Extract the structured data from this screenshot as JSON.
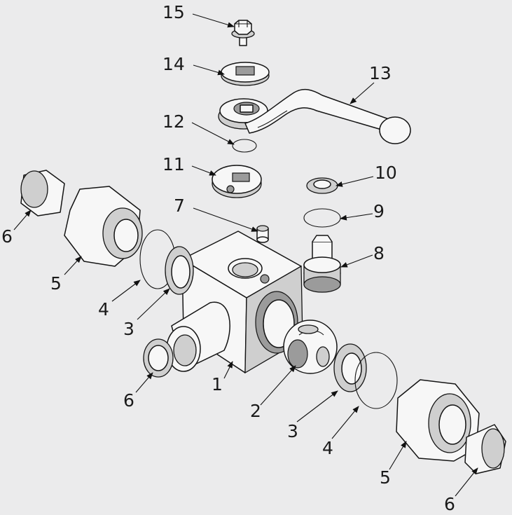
{
  "diagram": {
    "callouts": [
      {
        "id": "c15",
        "text": "15"
      },
      {
        "id": "c14",
        "text": "14"
      },
      {
        "id": "c13",
        "text": "13"
      },
      {
        "id": "c12",
        "text": "12"
      },
      {
        "id": "c11",
        "text": "11"
      },
      {
        "id": "c10",
        "text": "10"
      },
      {
        "id": "c9",
        "text": "9"
      },
      {
        "id": "c8",
        "text": "8"
      },
      {
        "id": "c7",
        "text": "7"
      },
      {
        "id": "c6a",
        "text": "6"
      },
      {
        "id": "c5a",
        "text": "5"
      },
      {
        "id": "c4a",
        "text": "4"
      },
      {
        "id": "c3a",
        "text": "3"
      },
      {
        "id": "c1",
        "text": "1"
      },
      {
        "id": "c6b",
        "text": "6"
      },
      {
        "id": "c2",
        "text": "2"
      },
      {
        "id": "c3b",
        "text": "3"
      },
      {
        "id": "c4b",
        "text": "4"
      },
      {
        "id": "c5b",
        "text": "5"
      },
      {
        "id": "c6c",
        "text": "6"
      }
    ]
  }
}
